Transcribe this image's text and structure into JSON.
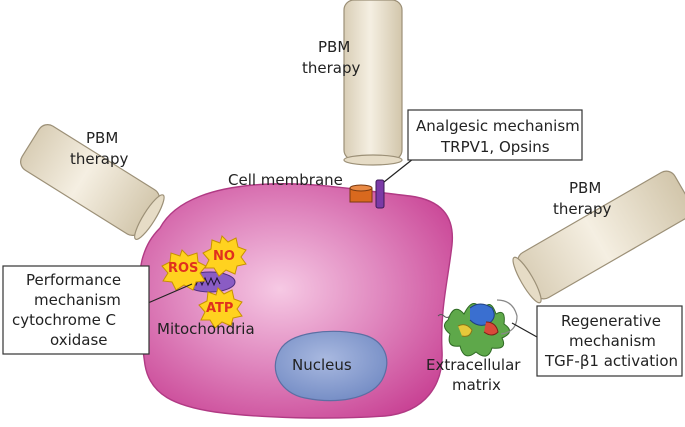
{
  "lasers": [
    {
      "label_line1": "PBM",
      "label_line2": "therapy"
    },
    {
      "label_line1": "PBM",
      "label_line2": "therapy"
    },
    {
      "label_line1": "PBM",
      "label_line2": "therapy"
    }
  ],
  "cell_membrane": "Cell membrane",
  "mitochondria": "Mitochondria",
  "nucleus": "Nucleus",
  "extracellular_matrix": {
    "line1": "Extracellular",
    "line2": "matrix"
  },
  "bursts": {
    "ros": "ROS",
    "no": "NO",
    "atp": "ATP"
  },
  "boxes": {
    "analgesic": {
      "line1": "Analgesic mechanism",
      "line2": "TRPV1, Opsins"
    },
    "performance": {
      "line1": "Performance",
      "line2": "mechanism",
      "line3": "cytochrome C",
      "line4": "oxidase"
    },
    "regenerative": {
      "line1": "Regenerative",
      "line2": "mechanism",
      "line3": "TGF-β1 activation"
    }
  },
  "colors": {
    "cell": "#cc4a9a",
    "cell_center": "#f2b8dc",
    "nucleus": "#7d95c9",
    "laser_fill": "#ece4d2",
    "burst_fill": "#ffd21f",
    "mito": "#8a5cc4",
    "channel_orange": "#d9691e",
    "channel_purple": "#7b3aa6"
  }
}
